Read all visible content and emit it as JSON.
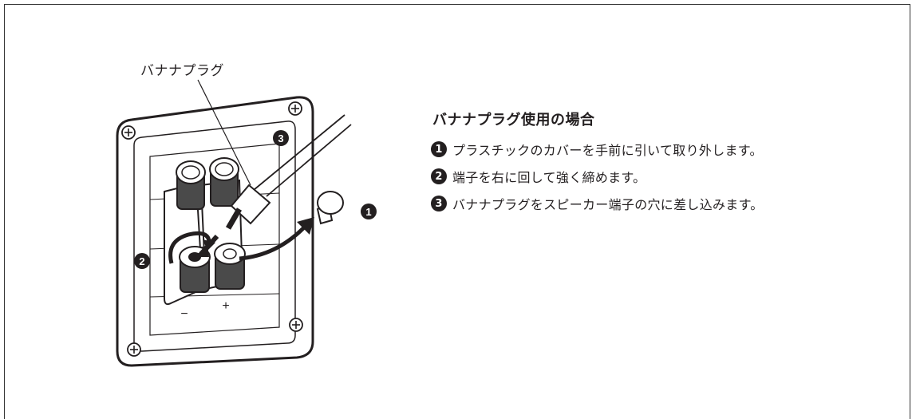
{
  "diagram": {
    "label": "バナナプラグ",
    "markers": [
      "1",
      "2",
      "3"
    ],
    "polarity": {
      "minus": "−",
      "plus": "+"
    }
  },
  "instructions": {
    "title": "バナナプラグ使用の場合",
    "steps": [
      {
        "num": "1",
        "text": "プラスチックのカバーを手前に引いて取り外します。"
      },
      {
        "num": "2",
        "text": "端子を右に回して強く締めます。"
      },
      {
        "num": "3",
        "text": "バナナプラグをスピーカー端子の穴に差し込みます。"
      }
    ]
  }
}
